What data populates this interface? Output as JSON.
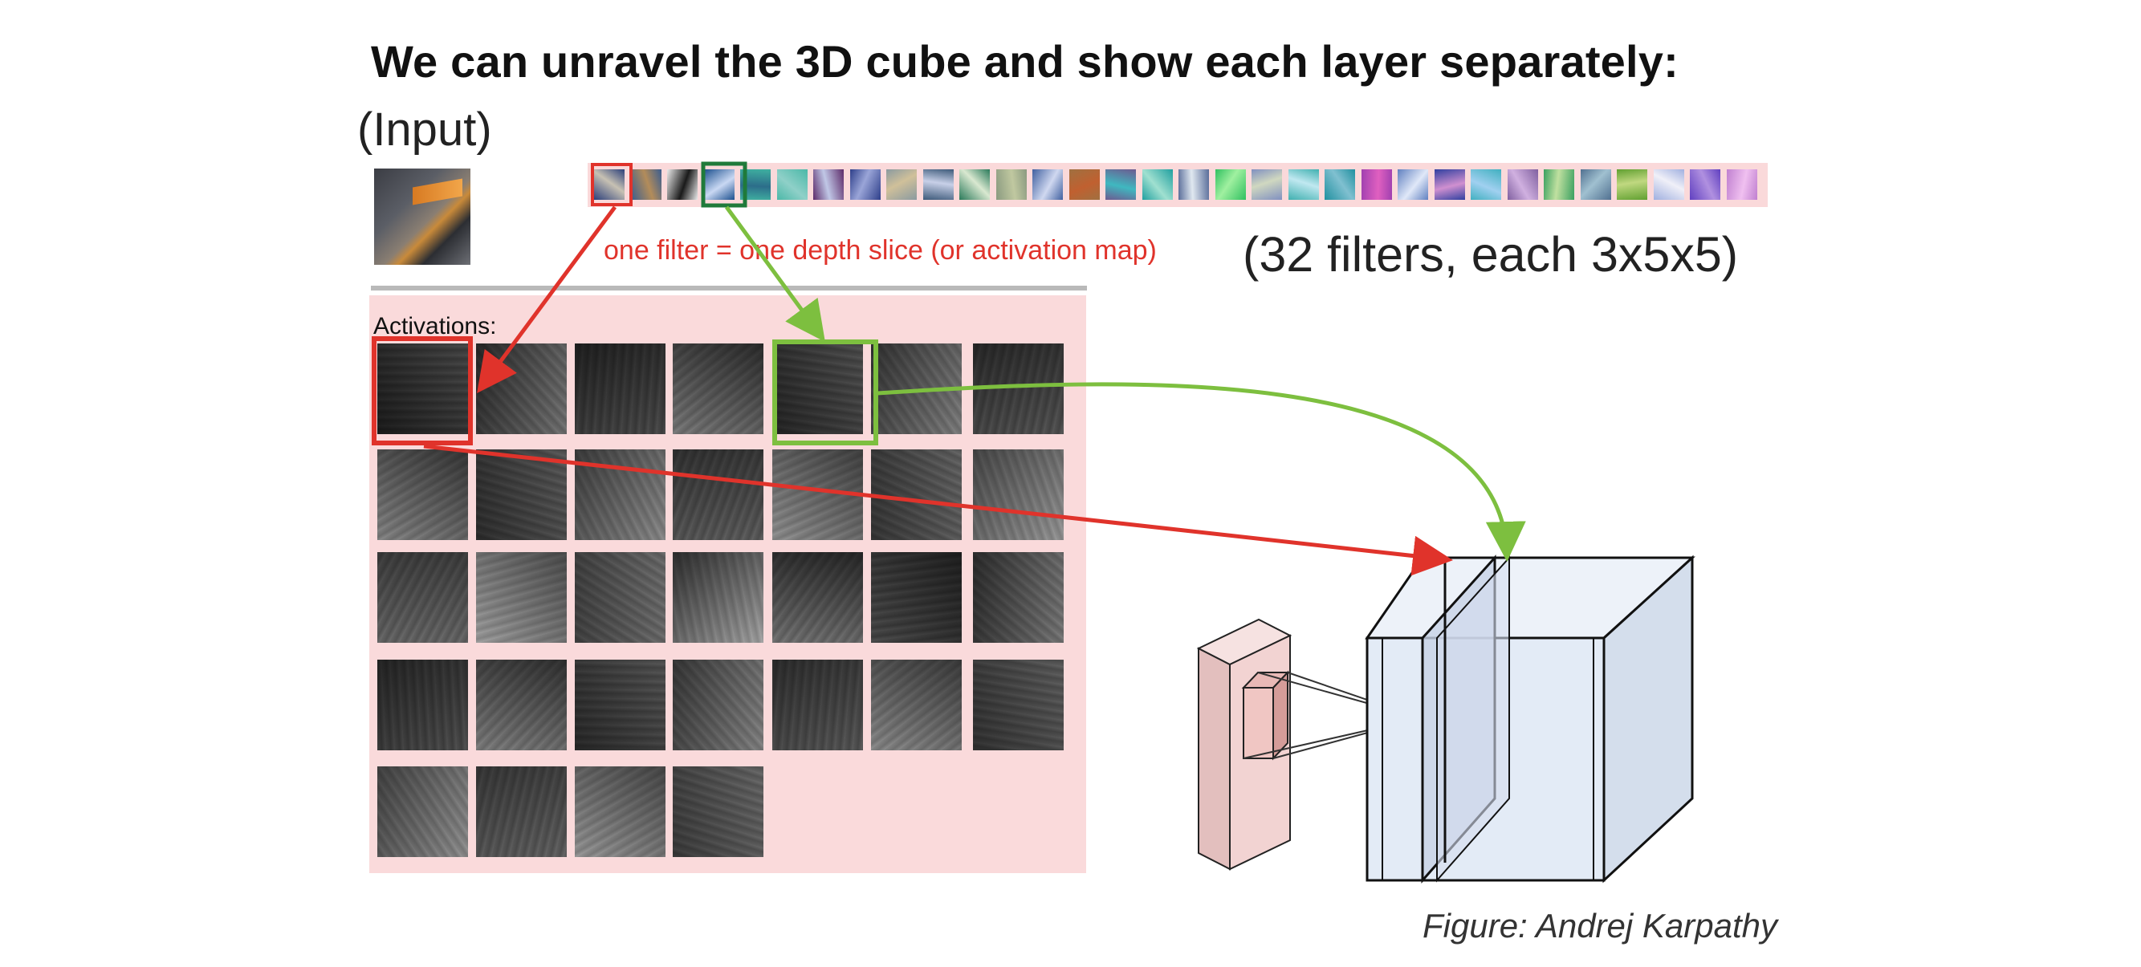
{
  "title": "We can unravel the 3D cube and show each layer separately:",
  "input_label": "(Input)",
  "filters_label": "(32 filters, each 3x5x5)",
  "slice_label": "one filter = one depth slice (or activation map)",
  "activations_label": "Activations:",
  "credit": "Figure: Andrej Karpathy",
  "colors": {
    "highlight_red": "#e0332b",
    "highlight_green": "#7dbf3f",
    "panel_pink": "#fadadb",
    "input_slab": "#f2d3d2",
    "volume_blue": "#dde6f3"
  },
  "filter_count": 32,
  "activation_map_count": 32
}
